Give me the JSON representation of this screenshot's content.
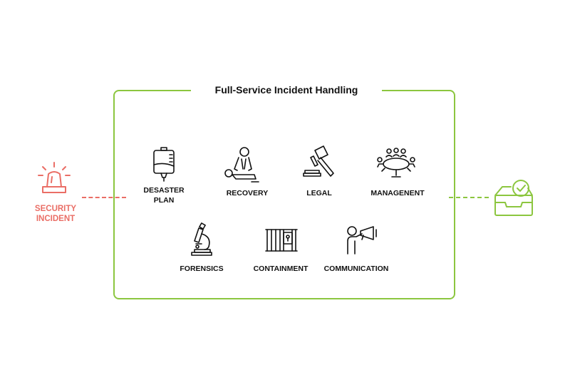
{
  "title": "Full-Service Incident Handling",
  "incident": {
    "label": "SECURITY\nINCIDENT",
    "color": "#ea6e66",
    "icon": "alarm-siren-icon"
  },
  "resolved": {
    "color": "#8cc63f",
    "icon": "inbox-check-icon"
  },
  "services": [
    {
      "label": "DESASTER\nPLAN",
      "icon": "iv-bag-icon"
    },
    {
      "label": "RECOVERY",
      "icon": "cpr-icon"
    },
    {
      "label": "LEGAL",
      "icon": "gavel-icon"
    },
    {
      "label": "MANAGENENT",
      "icon": "meeting-table-icon"
    },
    {
      "label": "FORENSICS",
      "icon": "microscope-icon"
    },
    {
      "label": "CONTAINMENT",
      "icon": "jail-bars-icon"
    },
    {
      "label": "COMMUNICATION",
      "icon": "megaphone-person-icon"
    }
  ],
  "colors": {
    "frame": "#8cc63f",
    "incident": "#ea6e66",
    "text": "#111111"
  }
}
